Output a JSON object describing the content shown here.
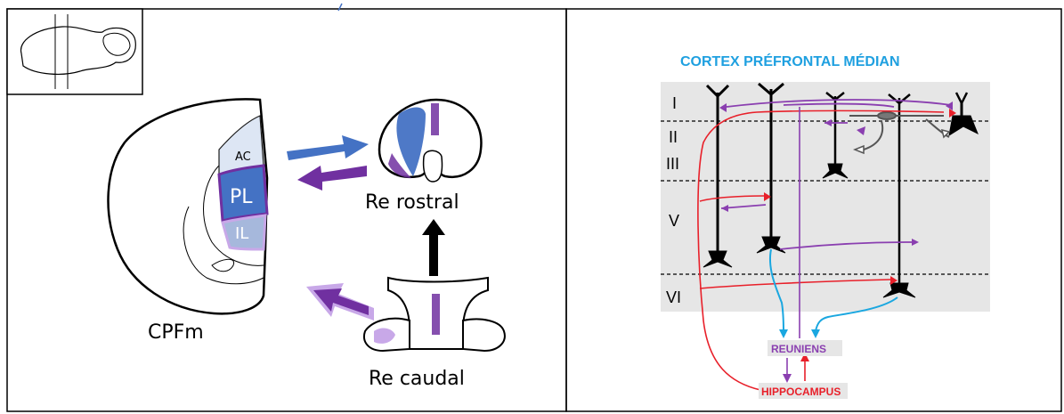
{
  "left_panel": {
    "labels": {
      "ac": "AC",
      "pl": "PL",
      "il": "IL",
      "cpfm": "CPFm",
      "re_rostral": "Re rostral",
      "re_caudal": "Re caudal"
    },
    "colors": {
      "blue": "#4472c4",
      "purple": "#7030a0",
      "light_purple": "#c8a8e8",
      "pale_blue": "#dde6f4"
    }
  },
  "right_panel": {
    "title": "CORTEX PRÉFRONTAL MÉDIAN",
    "layers": [
      "I",
      "II",
      "III",
      "V",
      "VI"
    ],
    "reuniens": "REUNIENS",
    "hippocampus": "HIPPOCAMPUS",
    "colors": {
      "title": "#1fa0e0",
      "red": "#e8202a",
      "purple": "#8a3fb0",
      "cyan": "#1aa7e0",
      "background": "#e6e6e6"
    }
  }
}
